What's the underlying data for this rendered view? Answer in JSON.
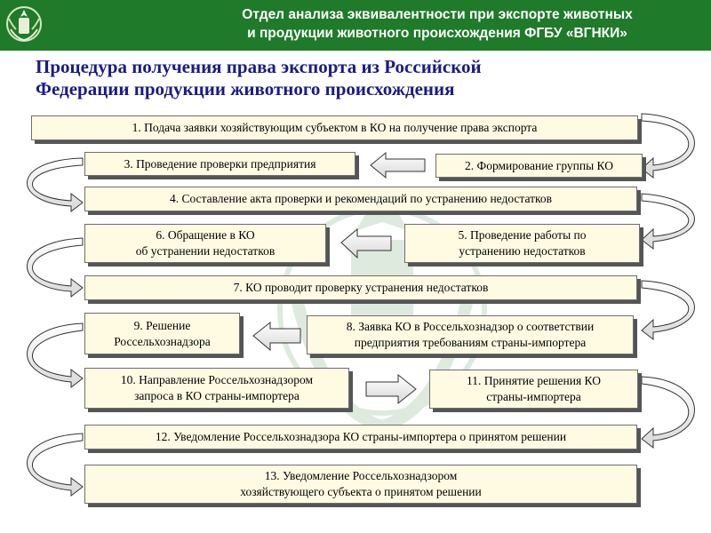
{
  "header": {
    "line1": "Отдел  анализа эквивалентности при экспорте животных",
    "line2": "и продукции животного происхождения ФГБУ «ВГНКИ»"
  },
  "title": {
    "line1": "Процедура получения права экспорта из Российской",
    "line2": "Федерации продукции животного происхождения"
  },
  "steps": {
    "s1": "1. Подача заявки хозяйствующим субъектом в КО на получение права экспорта",
    "s2": "2. Формирование группы КО",
    "s3": "3. Проведение проверки предприятия",
    "s4": "4. Составление акта проверки и рекомендаций по устранению недостатков",
    "s5a": "5. Проведение работы по",
    "s5b": "устранению недостатков",
    "s6a": "6. Обращение в КО",
    "s6b": "об устранении недостатков",
    "s7": "7. КО проводит проверку устранения недостатков",
    "s8a": "8. Заявка КО в Россельхознадзор о соответствии",
    "s8b": "предприятия требованиям страны-импортера",
    "s9a": "9. Решение",
    "s9b": "Россельхознадзора",
    "s10a": "10. Направление Россельхознадзором",
    "s10b": "запроса в КО страны-импортера",
    "s11a": "11. Принятие решения КО",
    "s11b": "страны-импортера",
    "s12": "12. Уведомление Россельхознадзора  КО страны-импортера о принятом решении",
    "s13a": "13. Уведомление Россельхознадзором",
    "s13b": "хозяйствующего субъекта о принятом решении"
  },
  "colors": {
    "header_bg": "#1f7a2a",
    "title_text": "#1b1b86",
    "box_bg": "#fffbe3",
    "arrow_fill": "#ffffff",
    "arrow_stroke": "#333333"
  },
  "icons": {
    "logo": "emblem-icon",
    "arrow_right": "arrow-right-icon",
    "arrow_left": "arrow-left-icon",
    "curved_arrow": "curved-arrow-icon"
  }
}
